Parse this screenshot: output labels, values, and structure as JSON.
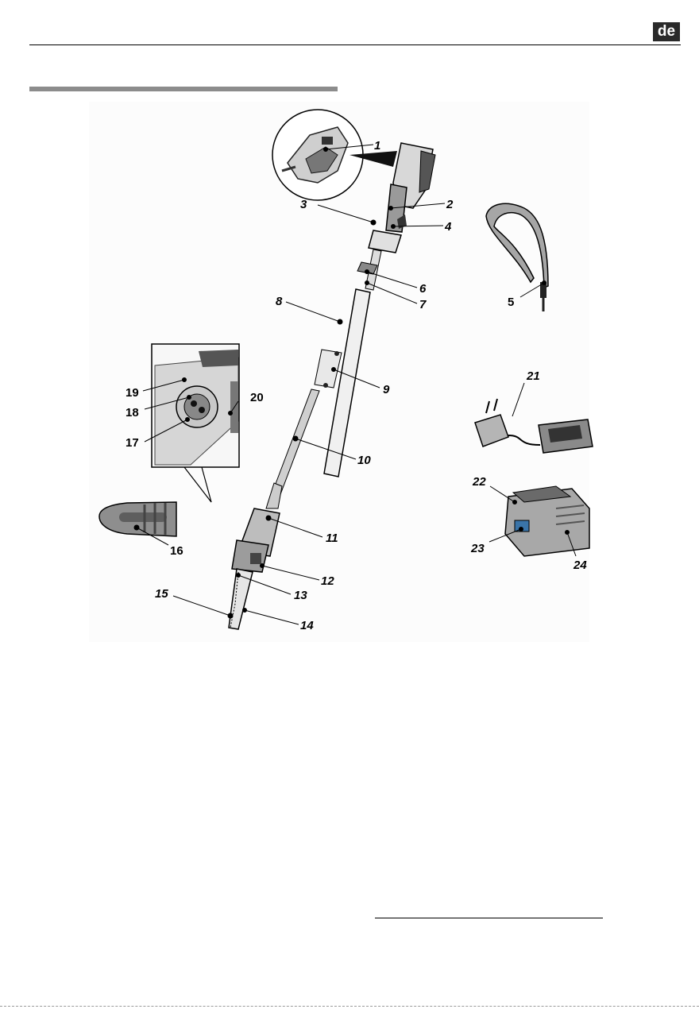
{
  "header": {
    "language_badge": "de"
  },
  "figure": {
    "callouts": [
      {
        "id": "c1",
        "text": "1"
      },
      {
        "id": "c2",
        "text": "2"
      },
      {
        "id": "c3",
        "text": "3"
      },
      {
        "id": "c4",
        "text": "4"
      },
      {
        "id": "c5",
        "text": "5"
      },
      {
        "id": "c6",
        "text": "6"
      },
      {
        "id": "c7",
        "text": "7"
      },
      {
        "id": "c8",
        "text": "8"
      },
      {
        "id": "c9",
        "text": "9"
      },
      {
        "id": "c10",
        "text": "10"
      },
      {
        "id": "c11",
        "text": "11"
      },
      {
        "id": "c12",
        "text": "12"
      },
      {
        "id": "c13",
        "text": "13"
      },
      {
        "id": "c14",
        "text": "14"
      },
      {
        "id": "c15",
        "text": "15"
      },
      {
        "id": "c16",
        "text": "16"
      },
      {
        "id": "c17",
        "text": "17"
      },
      {
        "id": "c18",
        "text": "18"
      },
      {
        "id": "c19",
        "text": "19"
      },
      {
        "id": "c20",
        "text": "20"
      },
      {
        "id": "c21",
        "text": "21"
      },
      {
        "id": "c22",
        "text": "22"
      },
      {
        "id": "c23",
        "text": "23"
      },
      {
        "id": "c24",
        "text": "24"
      }
    ]
  },
  "colors": {
    "badge_bg": "#2a2a2a",
    "section_bar": "#8c8c8c",
    "ink": "#000000"
  }
}
